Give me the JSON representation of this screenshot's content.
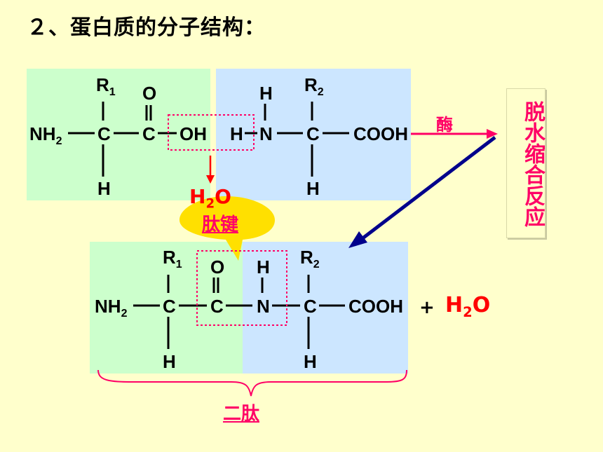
{
  "title": "２、蛋白质的分子结构：",
  "reaction_label": "脱水缩合反应",
  "enzyme_label": "酶",
  "peptide_bond_label": "肽键",
  "dipeptide_label": "二肽",
  "water": {
    "main": "H",
    "sub": "2",
    "tail": "O"
  },
  "plus": "+",
  "top_left": {
    "r": "R",
    "r_sub": "1",
    "o": "O",
    "nh2": "NH",
    "nh2_sub": "2",
    "c1": "C",
    "c2": "C",
    "oh": "OH",
    "h": "H"
  },
  "top_right": {
    "r": "R",
    "r_sub": "2",
    "h_top": "H",
    "h": "H",
    "n": "N",
    "c": "C",
    "cooh": "COOH",
    "h_bottom": "H"
  },
  "bottom": {
    "r1": "R",
    "r1_sub": "1",
    "o": "O",
    "h_top": "H",
    "r2": "R",
    "r2_sub": "2",
    "nh2": "NH",
    "nh2_sub": "2",
    "c1": "C",
    "c2": "C",
    "n": "N",
    "c3": "C",
    "cooh": "COOH",
    "h1": "H",
    "h2": "H"
  },
  "colors": {
    "green_box": "#ccffcc",
    "blue_box": "#cce6ff",
    "accent": "#ff0066",
    "arrow": "#00008b",
    "bubble": "#ffe000",
    "red": "#ff0000"
  }
}
